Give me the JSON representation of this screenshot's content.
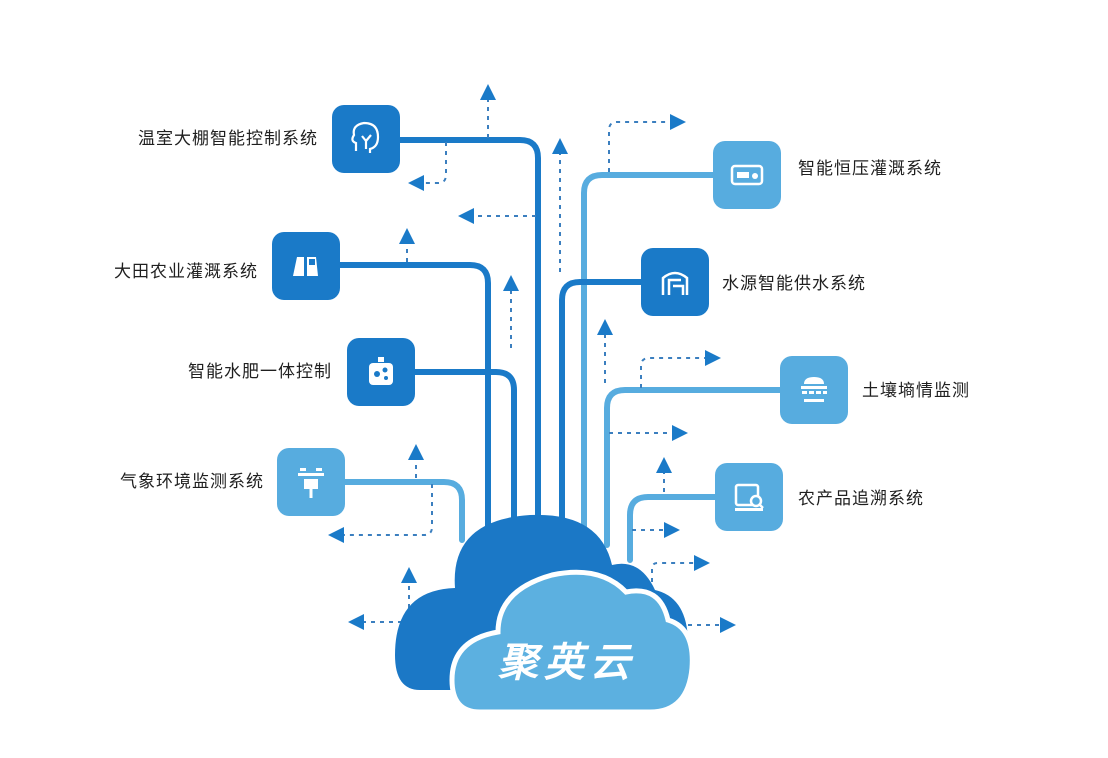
{
  "diagram": {
    "center": {
      "label": "聚英云",
      "icon": "cloud-icon"
    },
    "colors": {
      "dark": "#1a7ac8",
      "light": "#57acdf",
      "cloud_dark": "#1b78c6",
      "cloud_light": "#5cb0e0",
      "text": "#1f1f1f",
      "background": "#ffffff"
    },
    "left_nodes": [
      {
        "label": "温室大棚智能控制系统",
        "icon": "head-plant-icon",
        "shade": "dark"
      },
      {
        "label": "大田农业灌溉系统",
        "icon": "field-irrigation-icon",
        "shade": "dark"
      },
      {
        "label": "智能水肥一体控制",
        "icon": "fertilizer-tank-icon",
        "shade": "dark"
      },
      {
        "label": "气象环境监测系统",
        "icon": "weather-station-icon",
        "shade": "light"
      }
    ],
    "right_nodes": [
      {
        "label": "智能恒压灌溉系统",
        "icon": "pressure-gauge-icon",
        "shade": "light"
      },
      {
        "label": "水源智能供水系统",
        "icon": "water-house-icon",
        "shade": "dark"
      },
      {
        "label": "土壤墒情监测",
        "icon": "soil-sensor-icon",
        "shade": "light"
      },
      {
        "label": "农产品追溯系统",
        "icon": "trace-search-icon",
        "shade": "light"
      }
    ]
  }
}
